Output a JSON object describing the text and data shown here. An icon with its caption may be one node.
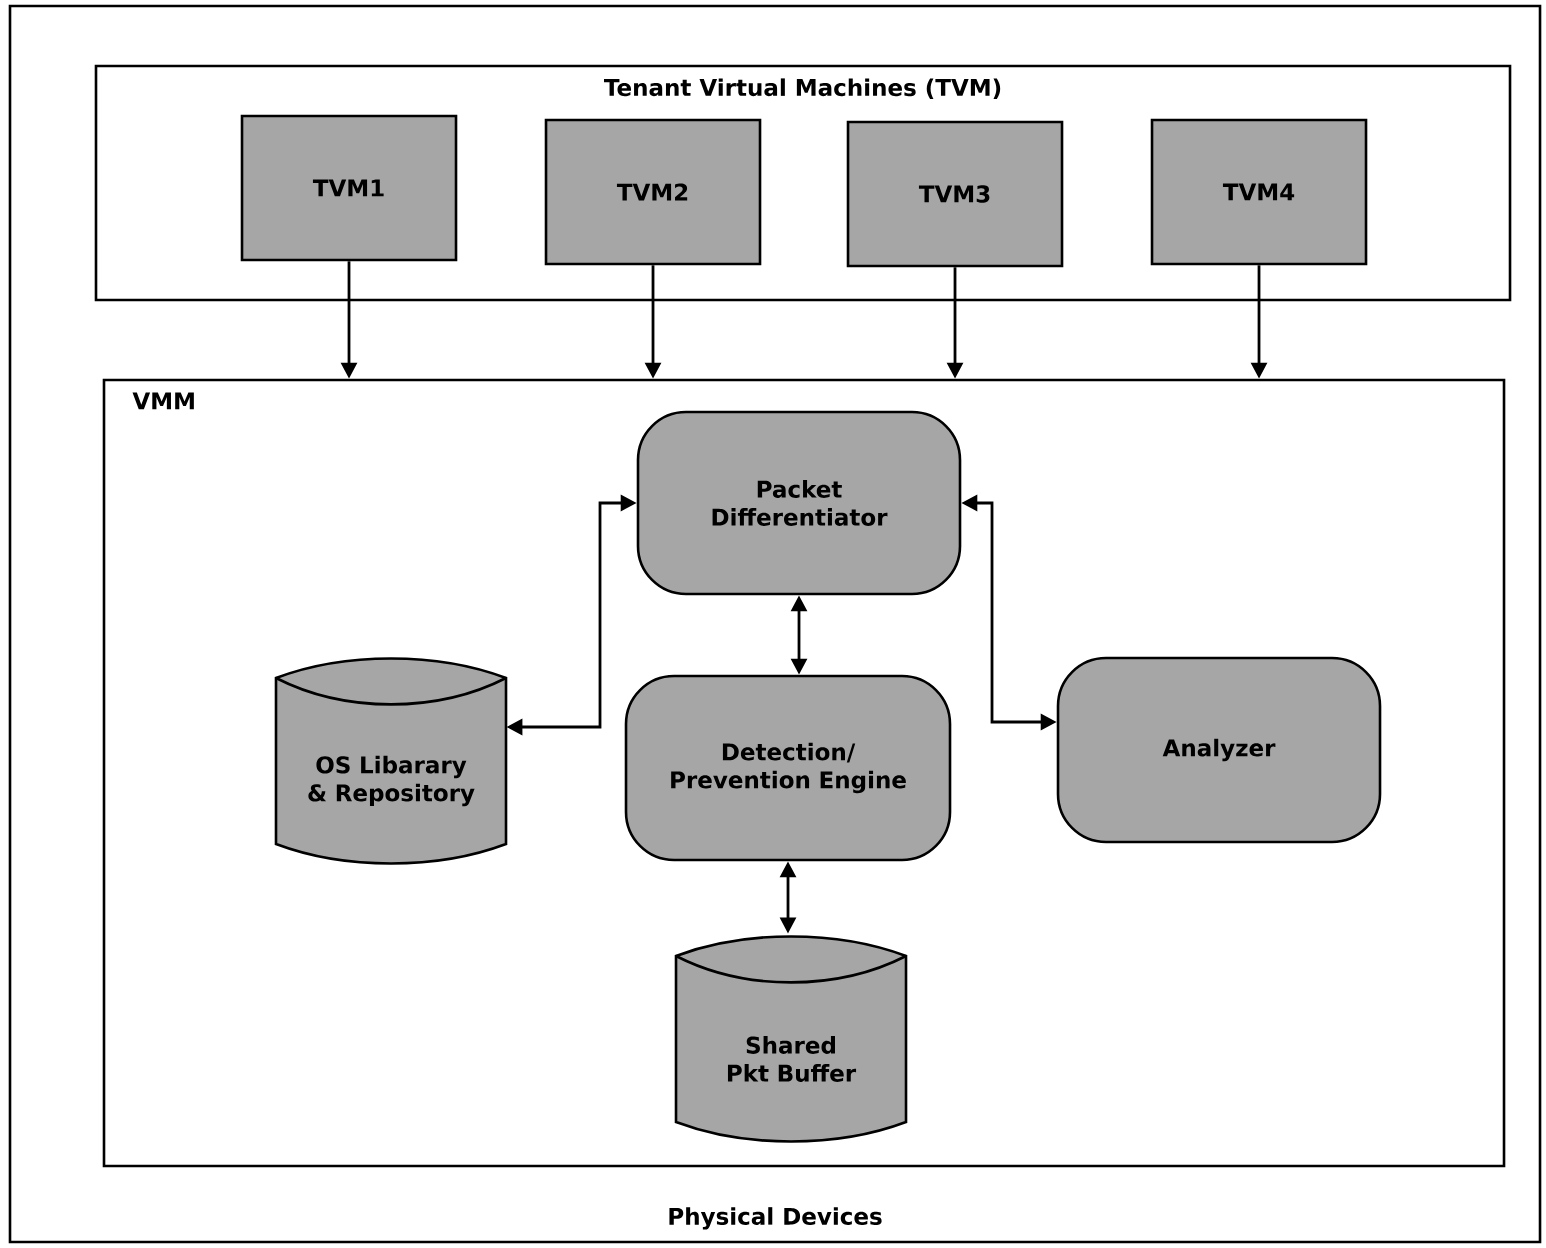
{
  "diagram": {
    "nodes": [
      {
        "text": [
          "Physical Devices"
        ]
      },
      {
        "text": [
          "Tenant Virtual Machines (TVM)"
        ],
        "in": 0
      },
      {
        "text": [
          "TVM1"
        ],
        "in": 1
      },
      {
        "text": [
          "TVM2"
        ],
        "in": 1
      },
      {
        "text": [
          "TVM3"
        ],
        "in": 1
      },
      {
        "text": [
          "TVM4"
        ],
        "in": 1
      },
      {
        "text": [
          "VMM"
        ],
        "in": 0
      },
      {
        "text": [
          "Packet Differentiator"
        ],
        "in": 6
      },
      {
        "text": [
          "OS Libarary & Repository"
        ],
        "in": 6
      },
      {
        "text": [
          "Detection/ Prevention Engine"
        ],
        "in": 6
      },
      {
        "text": [
          "Analyzer"
        ],
        "in": 6
      },
      {
        "text": [
          "Shared Pkt Buffer"
        ],
        "in": 6
      }
    ],
    "edges": [
      {
        "from": 2,
        "to": 6,
        "arrow": "to"
      },
      {
        "from": 3,
        "to": 6,
        "arrow": "to"
      },
      {
        "from": 4,
        "to": 6,
        "arrow": "to"
      },
      {
        "from": 5,
        "to": 6,
        "arrow": "to"
      },
      {
        "from": 7,
        "to": 8,
        "arrow": "both"
      },
      {
        "from": 7,
        "to": 10,
        "arrow": "both"
      },
      {
        "from": 7,
        "to": 9,
        "arrow": "both"
      },
      {
        "from": 9,
        "to": 11,
        "arrow": "both"
      }
    ]
  }
}
